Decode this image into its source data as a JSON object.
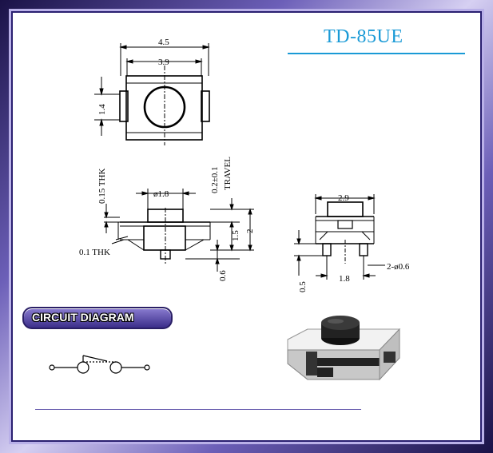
{
  "title": "TD-85UE",
  "circuit_label": "CIRCUIT DIAGRAM",
  "top_view": {
    "dim_width_outer": "4.5",
    "dim_width_inner": "3.9",
    "dim_height": "1.4"
  },
  "side_view": {
    "dim_thk_top": "0.15 THK",
    "dim_stem_dia": "ø1.8",
    "dim_travel": "0.2±0.1",
    "travel_label": "TRAVEL",
    "dim_body": "1.5",
    "dim_total": "2",
    "dim_thk_bottom": "0.1 THK",
    "dim_pin": "0.6"
  },
  "end_view": {
    "dim_width": "2.9",
    "dim_pin_h": "0.5",
    "dim_pitch": "1.8",
    "dim_pin_dia": "2-ø0.6"
  }
}
